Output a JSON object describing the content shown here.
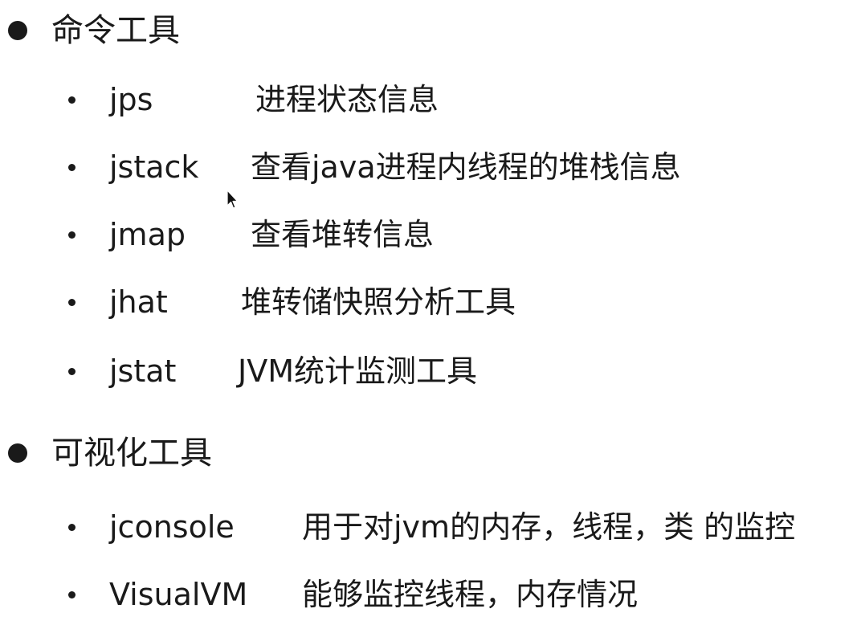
{
  "sections": [
    {
      "title": "命令工具",
      "items": [
        {
          "cmd": "jps",
          "desc": "进程状态信息"
        },
        {
          "cmd": "jstack",
          "desc": "查看java进程内线程的堆栈信息"
        },
        {
          "cmd": "jmap",
          "desc": "查看堆转信息"
        },
        {
          "cmd": "jhat",
          "desc": "堆转储快照分析工具"
        },
        {
          "cmd": "jstat",
          "desc": "JVM统计监测工具"
        }
      ]
    },
    {
      "title": "可视化工具",
      "items": [
        {
          "cmd": "jconsole",
          "desc": "用于对jvm的内存，线程，类 的监控"
        },
        {
          "cmd": "VisualVM",
          "desc": "能够监控线程，内存情况"
        }
      ]
    }
  ],
  "icons": {
    "cursor": "mouse-pointer-icon"
  }
}
